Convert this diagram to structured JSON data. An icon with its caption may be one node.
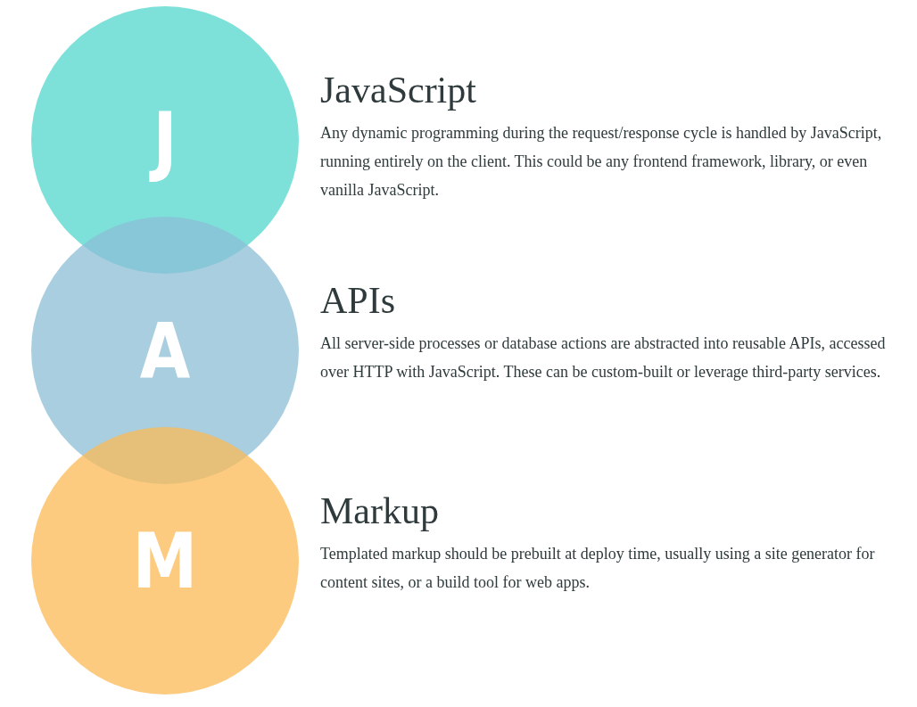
{
  "diagram": {
    "nodes": [
      {
        "text": [
          "J"
        ],
        "beside": [
          "JavaScript",
          "Any dynamic programming during the request/response cycle is handled by JavaScript, running entirely on the client. This could be any frontend framework, library, or even vanilla JavaScript."
        ]
      },
      {
        "text": [
          "A"
        ],
        "beside": [
          "APIs",
          "All server-side processes or database actions are abstracted into reusable APIs, accessed over HTTP with JavaScript. These can be custom-built or leverage third-party services."
        ]
      },
      {
        "text": [
          "M"
        ],
        "beside": [
          "Markup",
          "Templated markup should be prebuilt at deploy time, usually using a site generator for content sites, or a build tool for web apps."
        ]
      }
    ]
  }
}
